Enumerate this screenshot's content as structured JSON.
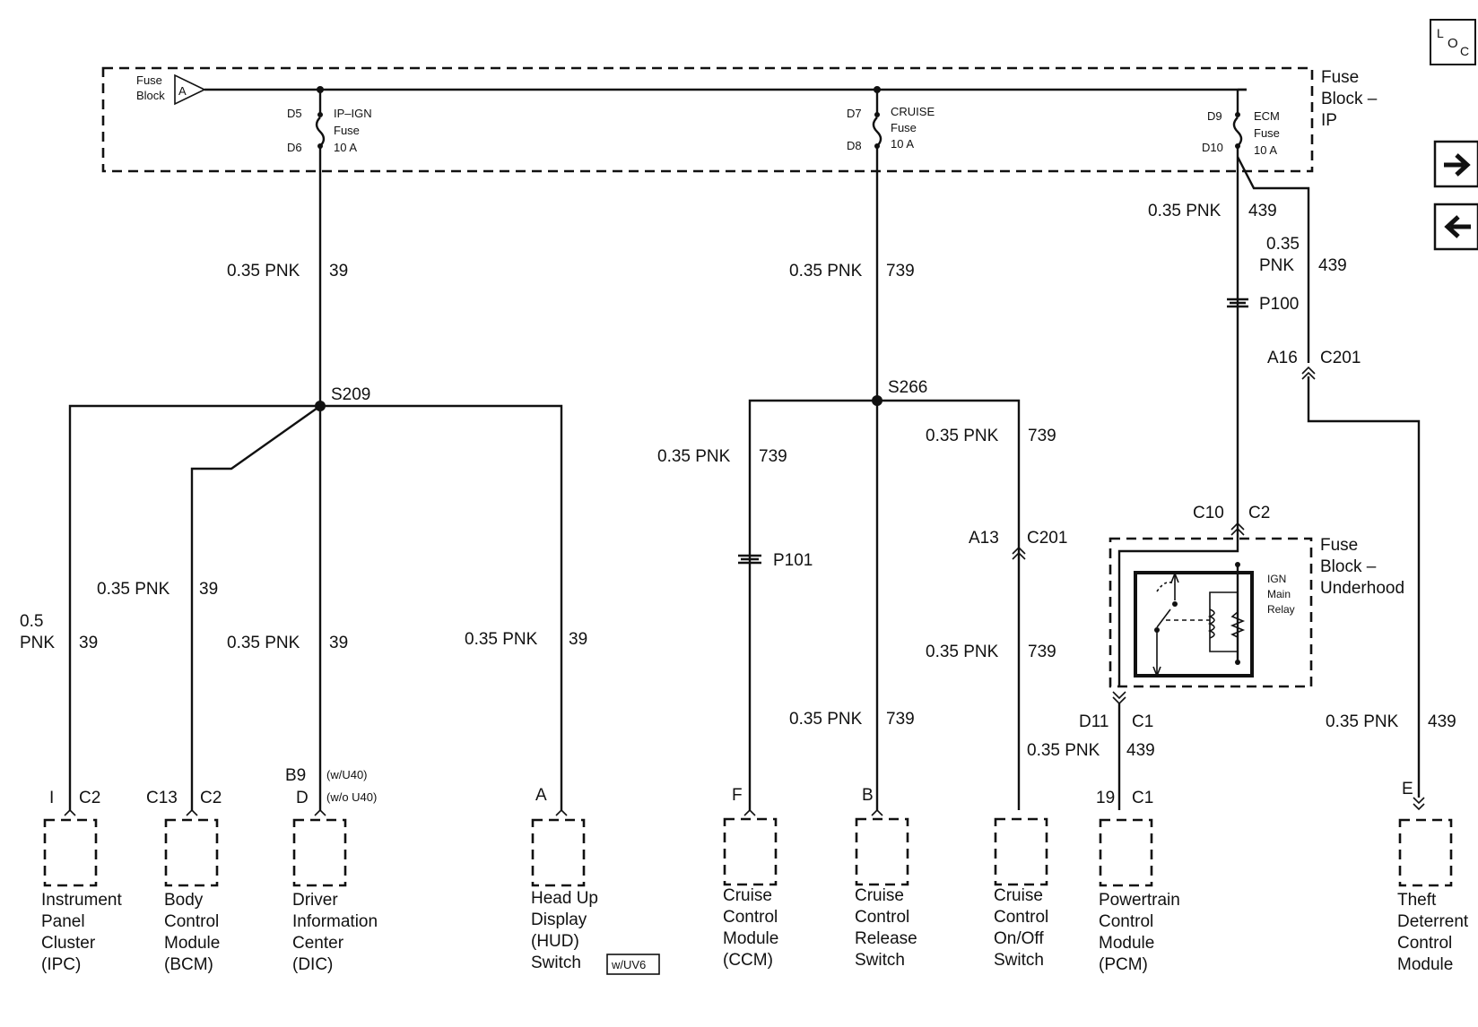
{
  "fuse_block_ip": {
    "title_lines": [
      "Fuse",
      "Block –",
      "IP"
    ],
    "inner_label_lines": [
      "Fuse",
      "Block"
    ],
    "connector": "A",
    "fuses": [
      {
        "top_pin": "D5",
        "bottom_pin": "D6",
        "label_lines": [
          "IP–IGN",
          "Fuse",
          "10 A"
        ]
      },
      {
        "top_pin": "D7",
        "bottom_pin": "D8",
        "label_lines": [
          "CRUISE",
          "Fuse",
          "10 A"
        ]
      },
      {
        "top_pin": "D9",
        "bottom_pin": "D10",
        "label_lines": [
          "ECM",
          "Fuse",
          "10 A"
        ]
      }
    ]
  },
  "loc_icon": {
    "text_l": "L",
    "text_o": "O",
    "text_c": "C"
  },
  "nav": {
    "next_icon": "arrow-right-icon",
    "prev_icon": "arrow-left-icon"
  },
  "circuits": {
    "ign_feed": {
      "wire": "0.35 PNK",
      "circuit": "39"
    },
    "cruise_feed": {
      "wire": "0.35 PNK",
      "circuit": "739"
    },
    "ecm_feed": {
      "wire": "0.35 PNK",
      "circuit": "439"
    },
    "theft_feed": {
      "wire_top": "0.35",
      "wire_bottom": "PNK",
      "circuit": "439"
    },
    "ipc": {
      "wire_top": "0.5",
      "wire_bottom": "PNK",
      "circuit": "39"
    },
    "bcm": {
      "wire": "0.35 PNK",
      "circuit": "39"
    },
    "dic": {
      "wire": "0.35 PNK",
      "circuit": "39"
    },
    "hud": {
      "wire": "0.35 PNK",
      "circuit": "39"
    },
    "ccm": {
      "wire": "0.35 PNK",
      "circuit": "739"
    },
    "release": {
      "wire": "0.35 PNK",
      "circuit": "739"
    },
    "onoff_upper": {
      "wire": "0.35 PNK",
      "circuit": "739"
    },
    "onoff_lower": {
      "wire": "0.35 PNK",
      "circuit": "739"
    },
    "pcm": {
      "wire": "0.35 PNK",
      "circuit": "439"
    },
    "theft_lower": {
      "wire": "0.35 PNK",
      "circuit": "439"
    }
  },
  "splices": {
    "s209": "S209",
    "s266": "S266"
  },
  "inline": {
    "p100": "P100",
    "p101": "P101",
    "c201_a16": {
      "pin": "A16",
      "conn": "C201"
    },
    "c201_a13": {
      "pin": "A13",
      "conn": "C201"
    },
    "c10_c2": {
      "pin": "C10",
      "conn": "C2"
    },
    "d11_c1": {
      "pin": "D11",
      "conn": "C1"
    }
  },
  "fuse_block_underhood": {
    "title_lines": [
      "Fuse",
      "Block –",
      "Underhood"
    ],
    "relay_lines": [
      "IGN",
      "Main",
      "Relay"
    ]
  },
  "components": [
    {
      "pin": "I",
      "conn": "C2",
      "name_lines": [
        "Instrument",
        "Panel",
        "Cluster",
        "(IPC)"
      ]
    },
    {
      "pin": "C13",
      "conn": "C2",
      "name_lines": [
        "Body",
        "Control",
        "Module",
        "(BCM)"
      ]
    },
    {
      "pin_a": "B9",
      "note_a": "(w/U40)",
      "pin_b": "D",
      "note_b": "(w/o U40)",
      "name_lines": [
        "Driver",
        "Information",
        "Center",
        "(DIC)"
      ]
    },
    {
      "pin": "A",
      "name_lines": [
        "Head Up",
        "Display",
        "(HUD)",
        "Switch"
      ],
      "option": "w/UV6"
    },
    {
      "pin": "F",
      "name_lines": [
        "Cruise",
        "Control",
        "Module",
        "(CCM)"
      ]
    },
    {
      "pin": "B",
      "name_lines": [
        "Cruise",
        "Control",
        "Release",
        "Switch"
      ]
    },
    {
      "name_lines": [
        "Cruise",
        "Control",
        "On/Off",
        "Switch"
      ]
    },
    {
      "pin": "19",
      "conn": "C1",
      "name_lines": [
        "Powertrain",
        "Control",
        "Module",
        "(PCM)"
      ]
    },
    {
      "pin": "E",
      "name_lines": [
        "Theft",
        "Deterrent",
        "Control",
        "Module"
      ]
    }
  ]
}
